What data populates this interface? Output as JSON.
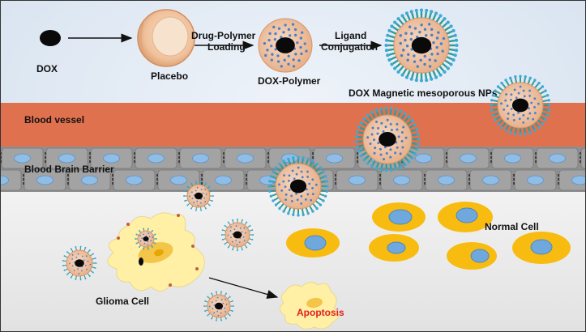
{
  "labels": {
    "dox": "DOX",
    "placebo": "Placebo",
    "loading_line1": "Drug-Polymer",
    "loading_line2": "Loading",
    "dox_polymer": "DOX-Polymer",
    "ligand_line1": "Ligand",
    "ligand_line2": "Conjugation",
    "magnetic_nps": "DOX Magnetic mesoporous NPs",
    "blood_vessel": "Blood vessel",
    "bbb": "Blood Brain Barrier",
    "normal_cell": "Normal Cell",
    "glioma_cell": "Glioma Cell",
    "apoptosis": "Apoptosis"
  },
  "colors": {
    "top_bg": "#dbe7f3",
    "vessel": "#e0714f",
    "barrier": "#8f8f8f",
    "barrier_cell": "#a3a3a3",
    "nucleus_blue": "#8fbde6",
    "lower_bg": "#ececec",
    "nanoparticle_shell": "#e9b997",
    "glioma_cell": "#fff0a6",
    "normal_cell": "#f8bb10",
    "apoptosis_text": "#e0201c"
  }
}
